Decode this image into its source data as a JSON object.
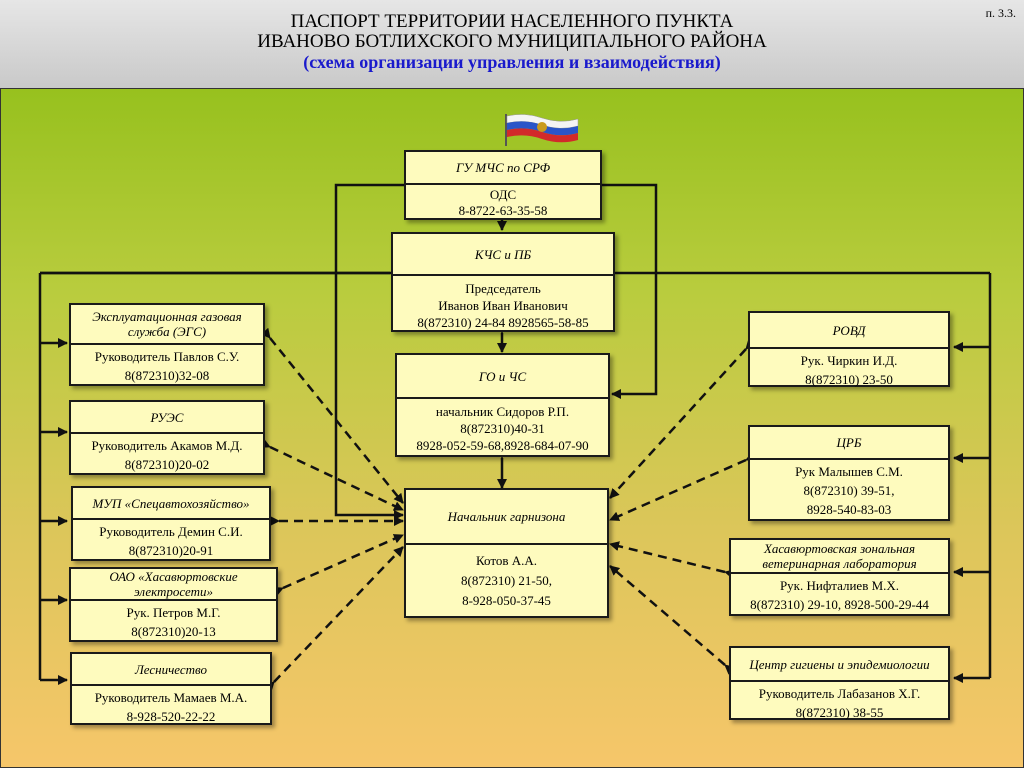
{
  "header": {
    "page_num": "п. 3.3.",
    "title_line1": "ПАСПОРТ ТЕРРИТОРИИ НАСЕЛЕННОГО ПУНКТА",
    "title_line2": "ИВАНОВО  БОТЛИХСКОГО МУНИЦИПАЛЬНОГО РАЙОНА",
    "subtitle": "(схема организации управления и взаимодействия)"
  },
  "center": {
    "mchs": {
      "title": "ГУ  МЧС по СРФ",
      "l1": "ОДС",
      "l2": "8-8722-63-35-58"
    },
    "kchs": {
      "title": "КЧС и ПБ",
      "l1": "Председатель",
      "l2": "Иванов Иван Иванович",
      "l3": "8(872310) 24-84  8928565-58-85"
    },
    "gochs": {
      "title": "ГО и ЧС",
      "l1": "начальник Сидоров Р.П.",
      "l2": "8(872310)40-31",
      "l3": "8928-052-59-68,8928-684-07-90"
    },
    "garrison": {
      "title": "Начальник гарнизона",
      "l1": "Котов А.А.",
      "l2": "8(872310) 21-50,",
      "l3": "8-928-050-37-45"
    }
  },
  "left": {
    "egs": {
      "title": "Эксплуатационная газовая служба (ЭГС)",
      "l1": "Руководитель Павлов С.У.",
      "l2": "8(872310)32-08"
    },
    "ruas": {
      "title": "РУЭС",
      "l1": "Руководитель  Акамов М.Д.",
      "l2": "8(872310)20-02"
    },
    "mup": {
      "title": "МУП «Спецавтохозяйство»",
      "l1": "Руководитель  Демин С.И.",
      "l2": "8(872310)20-91"
    },
    "oao": {
      "title": "ОАО «Хасавюртовские электросети»",
      "l1": "Рук. Петров М.Г.",
      "l2": "8(872310)20-13"
    },
    "forest": {
      "title": "Лесничество",
      "l1": "Руководитель  Мамаев М.А.",
      "l2": "8-928-520-22-22"
    }
  },
  "right": {
    "rovd": {
      "title": "РОВД",
      "l1": "Рук. Чиркин И.Д.",
      "l2": "8(872310) 23-50"
    },
    "crb": {
      "title": "ЦРБ",
      "l1": "Рук Малышев С.М.",
      "l2": "8(872310) 39-51,",
      "l3": "8928-540-83-03"
    },
    "vet": {
      "title": "Хасавюртовская зональная ветеринарная лаборатория",
      "l1": "Рук. Нифталиев М.Х.",
      "l2": "8(872310) 29-10, 8928-500-29-44"
    },
    "hyg": {
      "title": "Центр гигиены и эпидемиологии",
      "l1": "Руководитель  Лабазанов Х.Г.",
      "l2": "8(872310) 38-55"
    }
  },
  "icons": {
    "flag": "russian-flag-icon"
  },
  "colors": {
    "box_fill": "#fefbbe",
    "subtitle": "#1a1acc"
  }
}
